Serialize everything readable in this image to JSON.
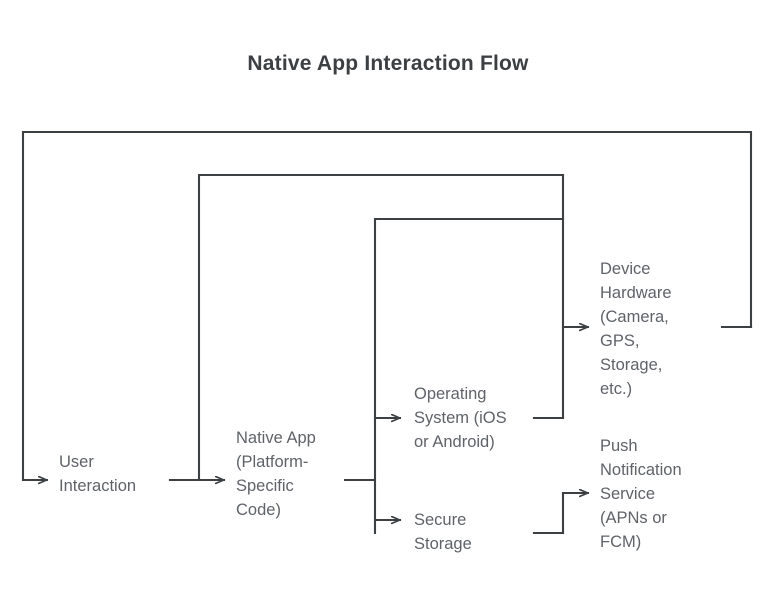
{
  "title": "Native App Interaction Flow",
  "diagram": {
    "type": "flow-diagram",
    "orientation": "left-to-right",
    "stroke_color": "#3c4043",
    "text_color": "#5f6368",
    "background": "#ffffff",
    "nodes": [
      {
        "id": "user",
        "label": "User\nInteraction"
      },
      {
        "id": "native",
        "label": "Native App\n(Platform-\nSpecific\nCode)"
      },
      {
        "id": "os",
        "label": "Operating\nSystem (iOS\nor Android)"
      },
      {
        "id": "secure",
        "label": "Secure\nStorage"
      },
      {
        "id": "hw",
        "label": "Device\nHardware\n(Camera,\nGPS,\nStorage,\netc.)"
      },
      {
        "id": "push",
        "label": "Push\nNotification\nService\n(APNs or\nFCM)"
      }
    ],
    "edges": [
      {
        "from": "native",
        "to": "user",
        "style": "loop-back"
      },
      {
        "from": "os",
        "to": "native",
        "style": "loop-back"
      },
      {
        "from": "secure",
        "to": "native",
        "style": "loop-back"
      },
      {
        "from": "hw",
        "to": "os",
        "style": "loop-back"
      },
      {
        "from": "push",
        "to": "os",
        "style": "loop-back"
      },
      {
        "from": "os",
        "to": "hw",
        "style": "branch"
      },
      {
        "from": "os",
        "to": "push",
        "style": "branch"
      }
    ]
  }
}
